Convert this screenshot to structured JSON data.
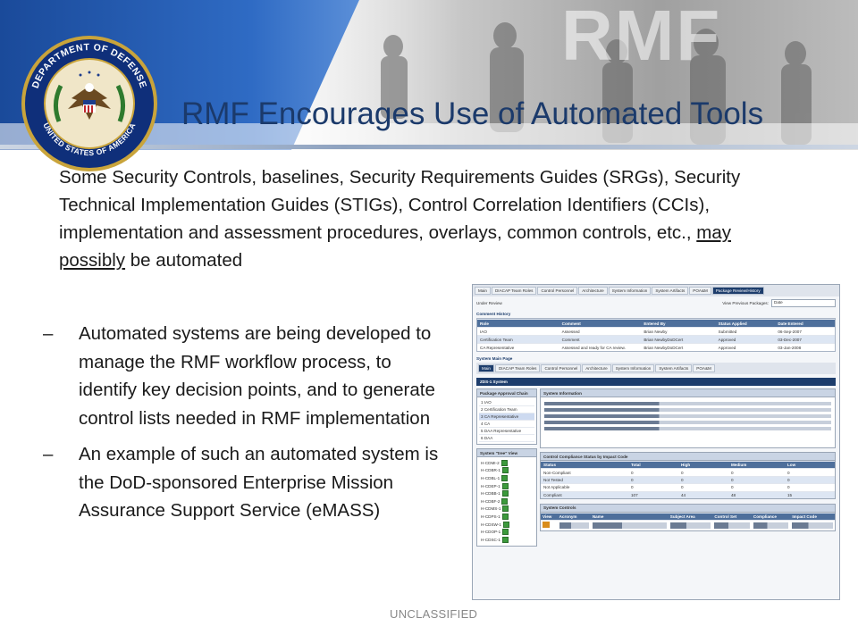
{
  "header": {
    "watermark": "RMF",
    "title": "RMF Encourages Use of Automated Tools",
    "seal_top_text": "DEPARTMENT OF DEFENSE",
    "seal_bottom_text": "UNITED STATES OF AMERICA"
  },
  "intro": {
    "text_before": "Some Security Controls, baselines, Security Requirements Guides (SRGs), Security Technical Implementation Guides (STIGs), Control Correlation Identifiers (CCIs), implementation and assessment procedures, overlays, common controls, etc., ",
    "underlined": "may possibly",
    "text_after": " be automated"
  },
  "bullets": [
    {
      "dash": "–",
      "text": "Automated systems are being developed to manage the RMF workflow process, to identify key decision points, and to generate control lists needed in RMF implementation"
    },
    {
      "dash": "–",
      "text": "An example of such an automated system is the DoD-sponsored Enterprise Mission Assurance Support Service (eMASS)"
    }
  ],
  "footer": {
    "classification": "UNCLASSIFIED"
  },
  "screenshot": {
    "top_tabs": [
      "Main",
      "DIACAP Team Roles",
      "Control Personnel",
      "Architecture",
      "System Information",
      "System Artifacts",
      "POA&M",
      "Package Review/History"
    ],
    "active_top_tab": "Package Review/History",
    "status": "Under Review",
    "view_label": "View Previous Packages:",
    "select_value": "Date",
    "comment_history_title": "Comment History",
    "comment_columns": [
      "Role",
      "Comment",
      "Entered By",
      "Status Applied",
      "Date Entered"
    ],
    "comment_rows": [
      [
        "IAO",
        "Assessed",
        "Brian Newby",
        "Submitted",
        "06-Sep-2007"
      ],
      [
        "Certification Team",
        "Comment",
        "Brian NewbyDoDCert",
        "Approved",
        "03-Dec-2007"
      ],
      [
        "CA Representative",
        "Assessed and ready for CA review.",
        "Brian NewbyDoDCert",
        "Approved",
        "03-Jan-2008"
      ]
    ],
    "system_main_title": "System Main Page",
    "inner_tabs": [
      "Main",
      "DIACAP Team Roles",
      "Control Personnel",
      "Architecture",
      "System Information",
      "System Artifacts",
      "POA&M"
    ],
    "system_name": "ZDS-1 System",
    "approval_title": "Package Approval Chain",
    "approval_steps": [
      "IAO",
      "Certification Team",
      "CA Representative",
      "CA",
      "DAA Representative",
      "DAA"
    ],
    "system_info_title": "System Information",
    "tree_title": "System \"tree\" View",
    "tree_items": [
      "H-CDMI-2",
      "H-CDBR-1",
      "H-CDBL-1",
      "H-CDEP-1",
      "H-CDBB-1",
      "H-CDBF-2",
      "H-CDMS-1",
      "H-CDPS-1",
      "H-CDSW-1",
      "H-CDOP-1",
      "H-CDSC-1"
    ],
    "compliance_title": "Control Compliance Status by Impact Code",
    "compliance_columns": [
      "Status",
      "Total",
      "High",
      "Medium",
      "Low"
    ],
    "compliance_rows": [
      [
        "Non-Compliant",
        "0",
        "0",
        "0",
        "0"
      ],
      [
        "Not Tested",
        "0",
        "0",
        "0",
        "0"
      ],
      [
        "Not Applicable",
        "0",
        "0",
        "0",
        "0"
      ],
      [
        "Compliant",
        "107",
        "44",
        "48",
        "15"
      ]
    ],
    "controls_title": "System Controls",
    "controls_columns": [
      "View",
      "Acronym",
      "Name",
      "Subject Area",
      "Control Set",
      "Compliance",
      "Impact Code"
    ]
  }
}
